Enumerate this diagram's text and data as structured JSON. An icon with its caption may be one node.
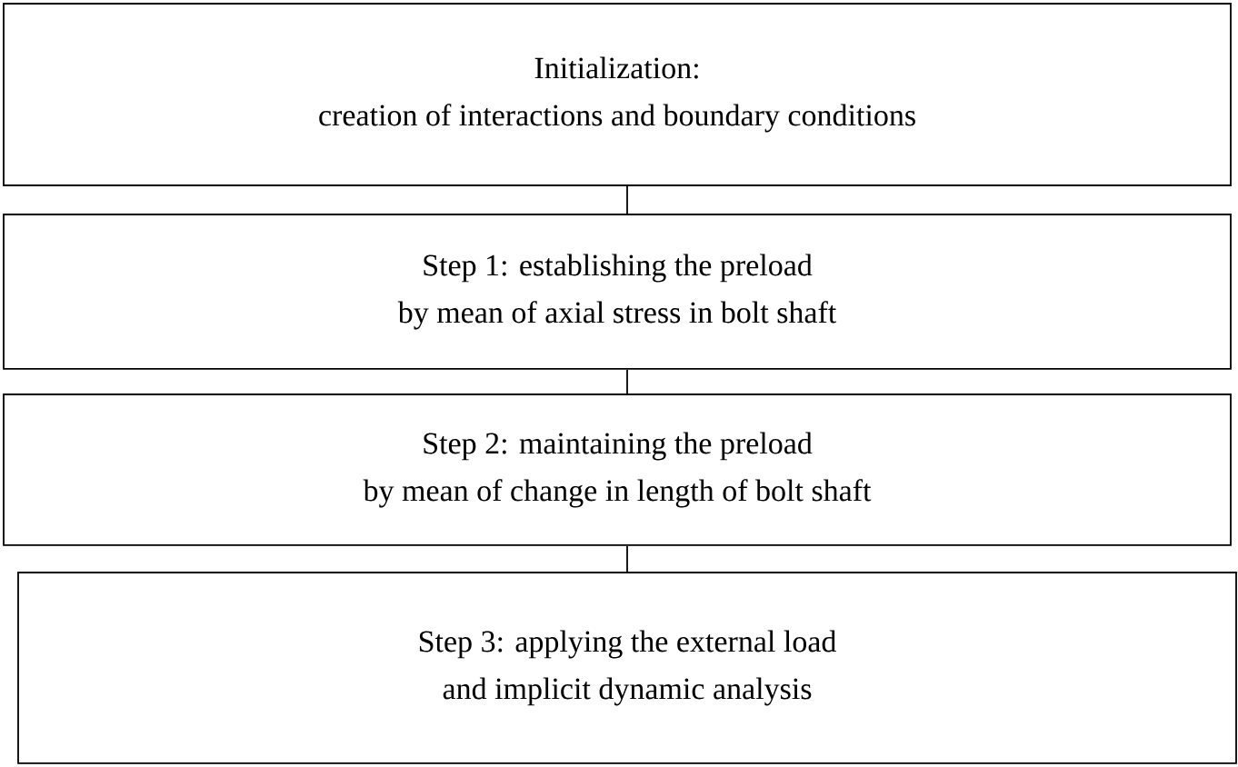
{
  "diagram": {
    "nodes": [
      {
        "text": [
          "Initialization:",
          "creation of interactions and boundary conditions"
        ]
      },
      {
        "text": [
          "Step 1: establishing the preload",
          "by mean of axial stress in bolt shaft"
        ]
      },
      {
        "text": [
          "Step 2: maintaining the preload",
          "by mean of change in length of bolt shaft"
        ]
      },
      {
        "text": [
          "Step 3: applying the external load",
          "and implicit dynamic analysis"
        ]
      }
    ],
    "edges": [
      {
        "from": 0,
        "to": 1,
        "arrow": "none"
      },
      {
        "from": 1,
        "to": 2,
        "arrow": "none"
      },
      {
        "from": 2,
        "to": 3,
        "arrow": "none"
      }
    ]
  }
}
